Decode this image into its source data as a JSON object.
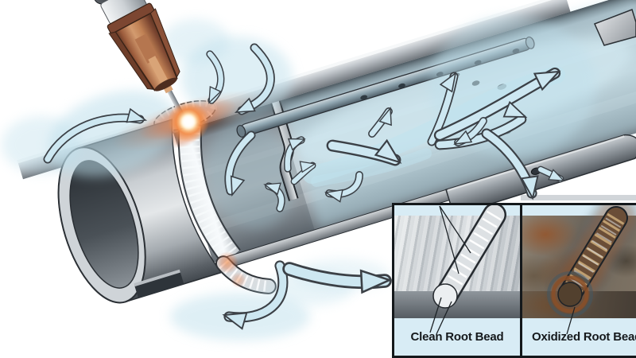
{
  "figure": {
    "type": "cutaway-welding-illustration",
    "labels": {
      "clean_root_bead": "Clean Root Bead",
      "oxidized_root_bead": "Oxidized Root Bead"
    },
    "colors": {
      "purge_gas_blue": "#cde7f1",
      "gas_haze": "#bfe0ec",
      "arrow_outline": "#3b4046",
      "inset_background": "#d8ecf5",
      "panel_border": "#14181b",
      "torch_copper": "#b5764f",
      "weld_glow_orange": "#f79a55",
      "pipe_metal_light": "#d6dadd",
      "pipe_metal_dark": "#4a5055",
      "oxidized_rust": "#8a5a32"
    },
    "parts": [
      "tig-welding-torch",
      "shielding-gas-cloud",
      "pipe-cutaway",
      "weld-seam",
      "root-bead",
      "purge-dam-baffle",
      "purge-gas-tube",
      "vent-hole",
      "purge-gas-flow-arrows",
      "root-bead-comparison-inset"
    ]
  }
}
